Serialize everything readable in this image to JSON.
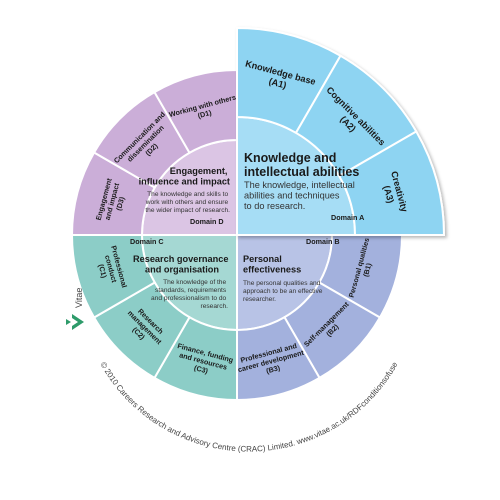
{
  "colors": {
    "domain_a_outer": "#8ed4f2",
    "domain_a_inner": "#a6ddf5",
    "domain_b_outer": "#a3b1dd",
    "domain_b_inner": "#b8c3e6",
    "domain_c_outer": "#8ccdc7",
    "domain_c_inner": "#a5d8d3",
    "domain_d_outer": "#cbaed8",
    "domain_d_inner": "#dbc5e4",
    "separator": "#ffffff",
    "logo_green": "#2e9b6a",
    "copyright_text": "#444444"
  },
  "domains": {
    "A": {
      "label": "Domain A",
      "title": [
        "Knowledge and",
        "intellectual abilities"
      ],
      "description": [
        "The knowledge, intellectual",
        "abilities and techniques",
        "to do research."
      ],
      "sub": [
        {
          "lines": [
            "Knowledge base",
            "(A1)"
          ]
        },
        {
          "lines": [
            "Cognitive abilities",
            "(A2)"
          ]
        },
        {
          "lines": [
            "Creativity",
            "(A3)"
          ]
        }
      ]
    },
    "B": {
      "label": "Domain B",
      "title": [
        "Personal",
        "effectiveness"
      ],
      "description": [
        "The personal qualities and",
        "approach to be an effective",
        "researcher."
      ],
      "sub": [
        {
          "lines": [
            "Personal qualities",
            "(B1)"
          ]
        },
        {
          "lines": [
            "Self-management",
            "(B2)"
          ]
        },
        {
          "lines": [
            "Professional and",
            "career development",
            "(B3)"
          ]
        }
      ]
    },
    "C": {
      "label": "Domain C",
      "title": [
        "Research governance",
        "and organisation"
      ],
      "description": [
        "The knowledge of the",
        "standards, requirements",
        "and professionalism to do",
        "research."
      ],
      "sub": [
        {
          "lines": [
            "Finance, funding",
            "and resources",
            "(C3)"
          ]
        },
        {
          "lines": [
            "Research",
            "management",
            "(C2)"
          ]
        },
        {
          "lines": [
            "Professional",
            "conduct",
            "(C1)"
          ]
        }
      ]
    },
    "D": {
      "label": "Domain D",
      "title": [
        "Engagement,",
        "influence and impact"
      ],
      "description": [
        "The knowledge and skills to",
        "work with others and ensure",
        "the wider impact of research."
      ],
      "sub": [
        {
          "lines": [
            "Engagement",
            "and impact",
            "(D3)"
          ]
        },
        {
          "lines": [
            "Communication and",
            "dissemination",
            "(D2)"
          ]
        },
        {
          "lines": [
            "Working with others",
            "(D1)"
          ]
        }
      ]
    }
  },
  "copyright": "© 2010 Careers Research and Advisory Centre (CRAC) Limited. www.vitae.ac.uk/RDFconditionsofuse",
  "logo": {
    "text": "Vitae",
    "icon": "vitae-logo-icon"
  }
}
